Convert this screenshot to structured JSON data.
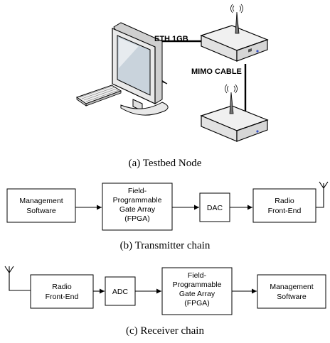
{
  "testbed": {
    "eth_label": "ETH 1GB",
    "mimo_label": "MIMO CABLE",
    "caption": "(a) Testbed Node"
  },
  "tx": {
    "caption": "(b) Transmitter chain",
    "management": [
      "Management",
      "Software"
    ],
    "fpga": [
      "Field-",
      "Programmable",
      "Gate Array",
      "(FPGA)"
    ],
    "dac": "DAC",
    "radio": [
      "Radio",
      "Front-End"
    ]
  },
  "rx": {
    "caption": "(c) Receiver chain",
    "radio": [
      "Radio",
      "Front-End"
    ],
    "adc": "ADC",
    "fpga": [
      "Field-",
      "Programmable",
      "Gate Array",
      "(FPGA)"
    ],
    "management": [
      "Management",
      "Software"
    ]
  }
}
